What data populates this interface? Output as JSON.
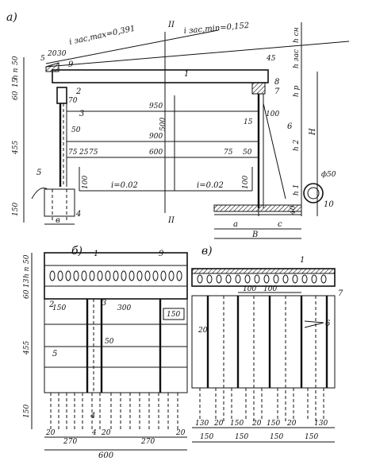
{
  "panels": {
    "a": "а)",
    "b": "б)",
    "v": "в)"
  },
  "section_mark": "II",
  "slopes": {
    "top_max": "i зас,max=0,391",
    "top_min": "i зас,min=0,152",
    "bottom_left": "i=0.02",
    "bottom_right": "i=0.02"
  },
  "side_labels": {
    "h_sn": "h сн",
    "h_zas": "h зас",
    "h_p": "h р",
    "h_2": "h 2",
    "H": "H",
    "h_1": "h 1"
  },
  "callouts": [
    "1",
    "2",
    "3",
    "4",
    "5",
    "6",
    "7",
    "8",
    "9",
    "10"
  ],
  "dims_a": {
    "top_small": [
      "5",
      "20",
      "30"
    ],
    "left_stack": [
      "50",
      "h п",
      "60",
      "15",
      "455",
      "150"
    ],
    "d950": "950",
    "d500": "500",
    "d900": "900",
    "d600": "600",
    "d75a": "75",
    "d25": "25",
    "d75b": "75",
    "d75c": "75",
    "d50a": "50",
    "d50b": "50",
    "d70": "70",
    "d100a": "100",
    "d100b": "100",
    "d100c": "100",
    "d45": "45",
    "d15": "15",
    "d40": "40",
    "pipe": "ф50",
    "b_letter": "в",
    "a_letter": "a",
    "B_letter": "В",
    "c_letter": "c"
  },
  "dims_b": {
    "left_stack": [
      "50",
      "h п",
      "13",
      "60",
      "455",
      "150"
    ],
    "d150a": "150",
    "d300": "300",
    "d150b": "150",
    "d50": "50",
    "bottom": [
      "20",
      "270",
      "4",
      "20",
      "270",
      "20"
    ],
    "total": "600"
  },
  "dims_v": {
    "d100a": "100",
    "d100b": "100",
    "d20": "20",
    "bottom_small": [
      "130",
      "20",
      "150",
      "20",
      "150",
      "20",
      "130"
    ],
    "bottom_big": [
      "150",
      "150",
      "150",
      "150"
    ]
  }
}
